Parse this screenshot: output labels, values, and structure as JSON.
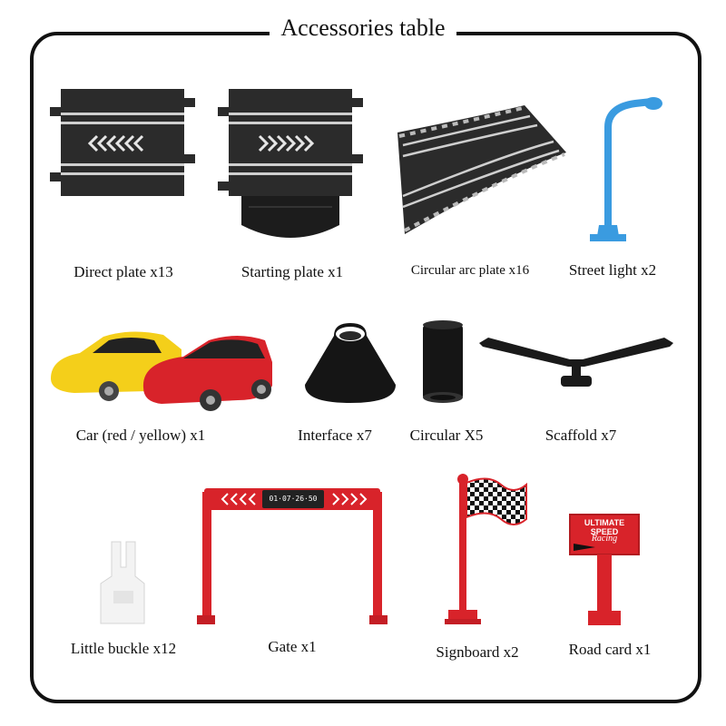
{
  "title": "Accessories table",
  "colors": {
    "track": "#2b2b2b",
    "rail": "#cfcfcf",
    "blue": "#3a9be0",
    "yellow": "#f4cf1a",
    "red": "#d8232a",
    "white": "#f3f3f3",
    "black": "#111111"
  },
  "gate": {
    "timer": "01·07·26·50"
  },
  "road_card": {
    "line1": "ULTIMATE SPEED",
    "line2": "Racing"
  },
  "items": [
    {
      "label": "Direct plate x13",
      "icon": "direct-plate-icon"
    },
    {
      "label": "Starting plate x1",
      "icon": "starting-plate-icon"
    },
    {
      "label": "Circular arc plate x16",
      "icon": "arc-plate-icon"
    },
    {
      "label": "Street light x2",
      "icon": "street-light-icon"
    },
    {
      "label": "Car (red / yellow) x1",
      "icon": "cars-icon"
    },
    {
      "label": "Interface x7",
      "icon": "interface-icon"
    },
    {
      "label": "Circular X5",
      "icon": "circular-tube-icon"
    },
    {
      "label": "Scaffold x7",
      "icon": "scaffold-icon"
    },
    {
      "label": "Little buckle x12",
      "icon": "buckle-icon"
    },
    {
      "label": "Gate x1",
      "icon": "gate-icon"
    },
    {
      "label": "Signboard x2",
      "icon": "flag-signboard-icon"
    },
    {
      "label": "Road card x1",
      "icon": "road-card-icon"
    }
  ]
}
